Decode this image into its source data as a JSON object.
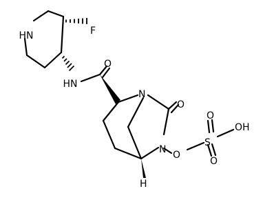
{
  "structure": {
    "atoms": {
      "pip_nh": "N",
      "pip_nh_h": "H",
      "fluorine": "F",
      "amide_n": "N",
      "amide_n_h": "H",
      "amide_o": "O",
      "bridge_n1": "N",
      "urea_o": "O",
      "bridge_n2": "N",
      "n_oxy_o": "O",
      "sulfur": "S",
      "s_o_top": "O",
      "s_o_bottom": "O",
      "s_oh": "OH",
      "bridgehead_h": "H"
    }
  }
}
